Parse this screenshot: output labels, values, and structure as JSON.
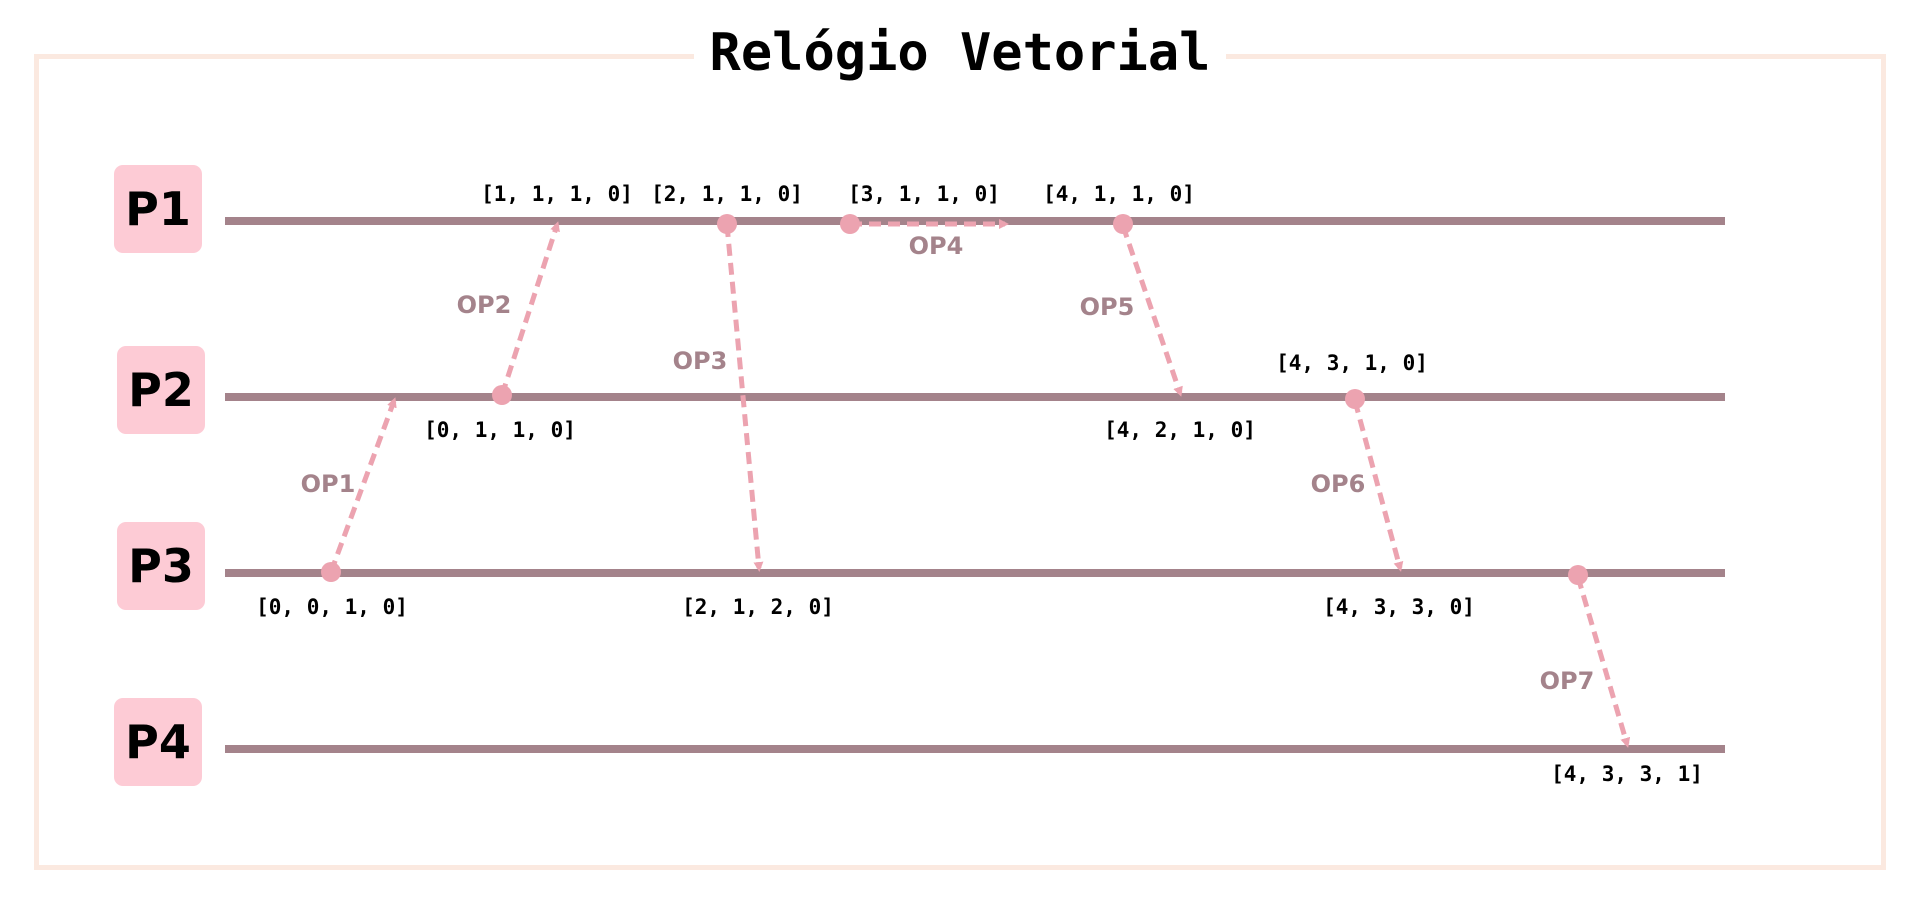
{
  "title": "Relógio Vetorial",
  "colors": {
    "frame": "#fbe9e0",
    "process_box": "#fdcbd5",
    "timeline": "#a4838b",
    "arrow": "#eca3b0",
    "event_dot": "#eca3b0",
    "op_label": "#a4838b"
  },
  "processes": [
    {
      "id": "p1",
      "label": "P1"
    },
    {
      "id": "p2",
      "label": "P2"
    },
    {
      "id": "p3",
      "label": "P3"
    },
    {
      "id": "p4",
      "label": "P4"
    }
  ],
  "messages": [
    {
      "id": "op1",
      "label": "OP1",
      "from": "P3",
      "to": "P2",
      "send_clock": "[0, 0, 1, 0]",
      "receive_clock": "[0, 1, 1, 0]"
    },
    {
      "id": "op2",
      "label": "OP2",
      "from": "P2",
      "to": "P1",
      "send_clock": "[0, 1, 1, 0]",
      "receive_clock": "[1, 1, 1, 0]"
    },
    {
      "id": "op3",
      "label": "OP3",
      "from": "P1",
      "to": "P3",
      "send_clock": "[2, 1, 1, 0]",
      "receive_clock": "[2, 1, 2, 0]"
    },
    {
      "id": "op4",
      "label": "OP4",
      "from": "P1",
      "to": "P1",
      "send_clock": "",
      "receive_clock": "[3, 1, 1, 0]"
    },
    {
      "id": "op5",
      "label": "OP5",
      "from": "P1",
      "to": "P2",
      "send_clock": "[4, 1, 1, 0]",
      "receive_clock": "[4, 2, 1, 0]"
    },
    {
      "id": "op6",
      "label": "OP6",
      "from": "P2",
      "to": "P3",
      "send_clock": "[4, 3, 1, 0]",
      "receive_clock": "[4, 3, 3, 0]"
    },
    {
      "id": "op7",
      "label": "OP7",
      "from": "P3",
      "to": "P4",
      "send_clock": "",
      "receive_clock": "[4, 3, 3, 1]"
    }
  ],
  "clock_labels": [
    {
      "id": "clock-p1-1",
      "text": "[1, 1, 1, 0]"
    },
    {
      "id": "clock-p1-2",
      "text": "[2, 1, 1, 0]"
    },
    {
      "id": "clock-p1-3",
      "text": "[3, 1, 1, 0]"
    },
    {
      "id": "clock-p1-4",
      "text": "[4, 1, 1, 0]"
    },
    {
      "id": "clock-p2-1",
      "text": "[0, 1, 1, 0]"
    },
    {
      "id": "clock-p2-2",
      "text": "[4, 2, 1, 0]"
    },
    {
      "id": "clock-p2-3",
      "text": "[4, 3, 1, 0]"
    },
    {
      "id": "clock-p3-1",
      "text": "[0, 0, 1, 0]"
    },
    {
      "id": "clock-p3-2",
      "text": "[2, 1, 2, 0]"
    },
    {
      "id": "clock-p3-3",
      "text": "[4, 3, 3, 0]"
    },
    {
      "id": "clock-p4-1",
      "text": "[4, 3, 3, 1]"
    }
  ]
}
